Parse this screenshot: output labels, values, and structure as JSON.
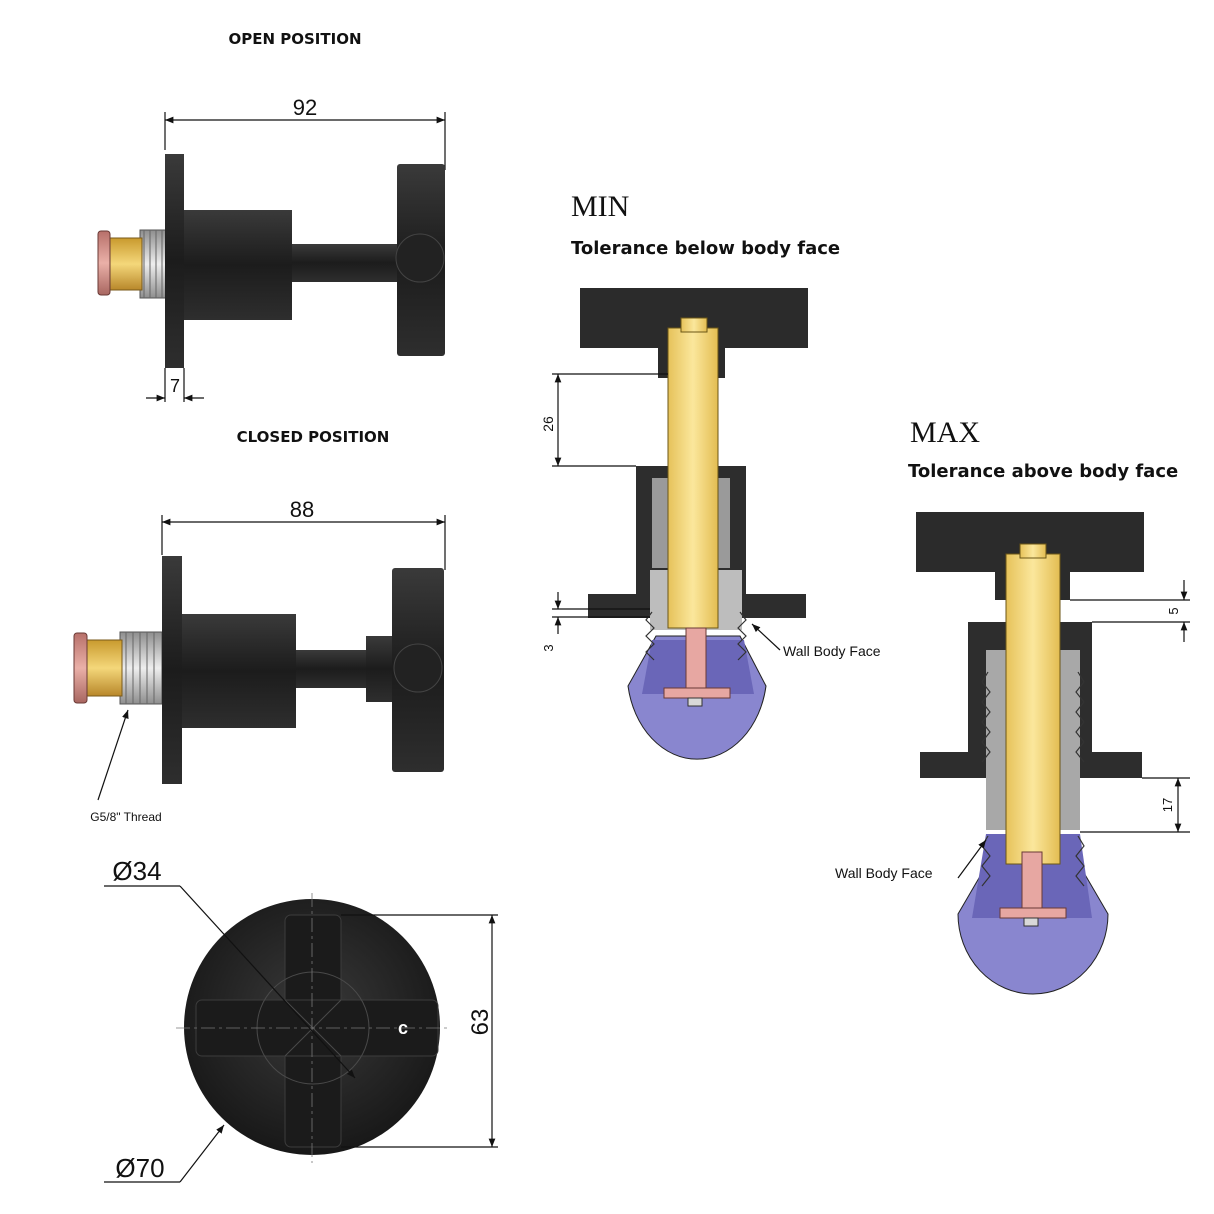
{
  "views": {
    "open_title": "OPEN POSITION",
    "closed_title": "CLOSED POSITION",
    "open_width": "92",
    "open_flange": "7",
    "closed_width": "88",
    "thread_label": "G5/8\" Thread",
    "front_small_diameter": "Ø34",
    "front_large_diameter": "Ø70",
    "front_height": "63",
    "cold_mark": "c"
  },
  "min": {
    "title": "MIN",
    "subtitle": "Tolerance below body face",
    "dim_a": "26",
    "dim_b": "3",
    "wall_label": "Wall Body Face"
  },
  "max": {
    "title": "MAX",
    "subtitle": "Tolerance above body face",
    "dim_a": "5",
    "dim_b": "17",
    "wall_label": "Wall Body Face"
  },
  "colors": {
    "body": "#2b2b2b",
    "brass": "#f2d77a",
    "copper": "#e8a5a0",
    "chrome": "#c9c9c9",
    "bowl": "#8a86cf"
  }
}
